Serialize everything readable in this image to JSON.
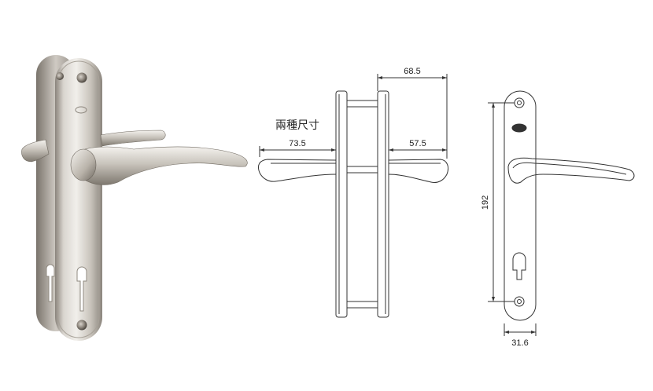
{
  "note_label": "兩種尺寸",
  "dimensions": {
    "top_width": "68.5",
    "left_projection": "73.5",
    "right_projection": "57.5",
    "height": "192",
    "plate_width": "31.6"
  },
  "colors": {
    "background": "#ffffff",
    "line": "#333333",
    "metal_light": "#e9e6e1",
    "metal_mid": "#c4bfb7",
    "metal_dark": "#7d776f"
  }
}
